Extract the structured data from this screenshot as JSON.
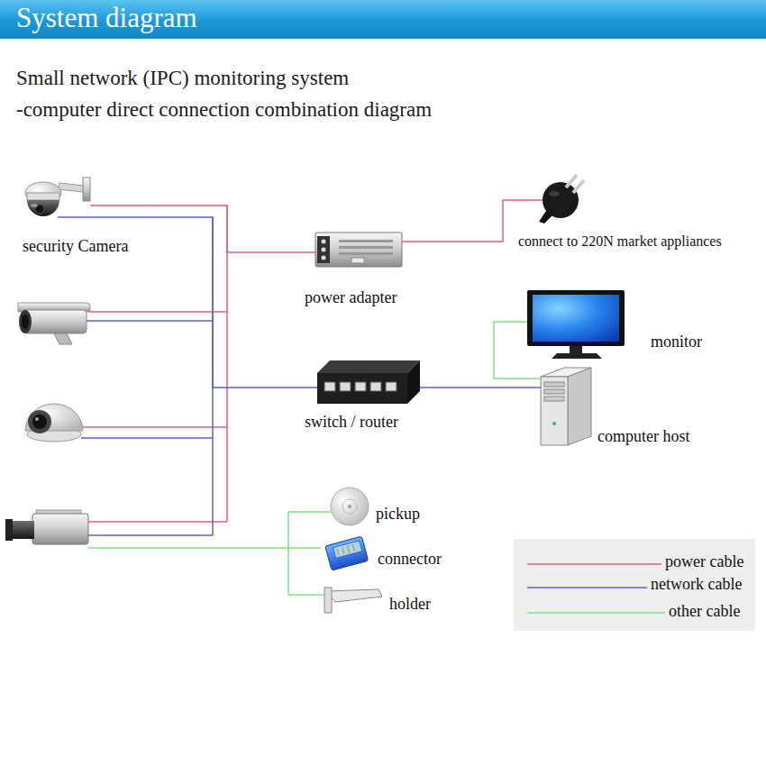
{
  "diagram": {
    "title": "System diagram",
    "nodes": [
      {
        "text": [
          "security Camera"
        ]
      },
      {
        "text": [
          "power adapter"
        ]
      },
      {
        "text": [
          "connect to 220N market appliances"
        ]
      },
      {
        "text": [
          "monitor"
        ]
      },
      {
        "text": [
          "switch / router"
        ]
      },
      {
        "text": [
          "computer host"
        ]
      },
      {
        "text": [
          "pickup"
        ]
      },
      {
        "text": [
          "connector"
        ]
      },
      {
        "text": [
          "holder"
        ]
      }
    ],
    "edges": [
      {
        "from": 0,
        "to": 1,
        "arrow": "none"
      },
      {
        "from": 0,
        "to": 4,
        "arrow": "none"
      },
      {
        "from": 1,
        "to": 2,
        "arrow": "none"
      },
      {
        "from": 4,
        "to": 5,
        "arrow": "none"
      },
      {
        "from": 3,
        "to": 5,
        "arrow": "none"
      }
    ],
    "labels": [
      "Small network (IPC) monitoring system",
      "-computer direct connection combination diagram"
    ],
    "legend": [
      {
        "text": "power cable"
      },
      {
        "text": "network cable"
      },
      {
        "text": "other cable"
      }
    ]
  }
}
